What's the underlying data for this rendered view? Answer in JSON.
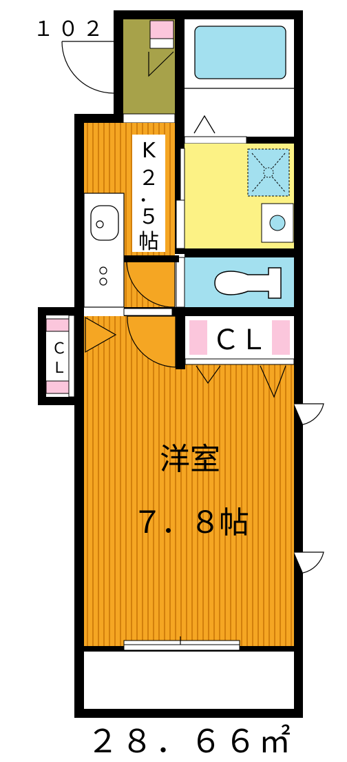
{
  "unit_number": "１０２",
  "rooms": {
    "kitchen": {
      "name": "K",
      "size_label": "２．５帖"
    },
    "western_room": {
      "name": "洋室",
      "size_label": "７．８帖"
    },
    "closet_main": {
      "name": "ＣＬ"
    },
    "closet_side": {
      "name": "ＣＬ"
    }
  },
  "total_area": "２８．６６㎡",
  "colors": {
    "wall": "#000000",
    "floor_wood": "#f5a623",
    "floor_wood_line": "#c06a00",
    "entry": "#a7a24a",
    "bath": "#a3e0ef",
    "washroom": "#fcf285",
    "toilet": "#a3e0ef",
    "closet": "#fbc6dc",
    "balcony": "#ffffff"
  }
}
